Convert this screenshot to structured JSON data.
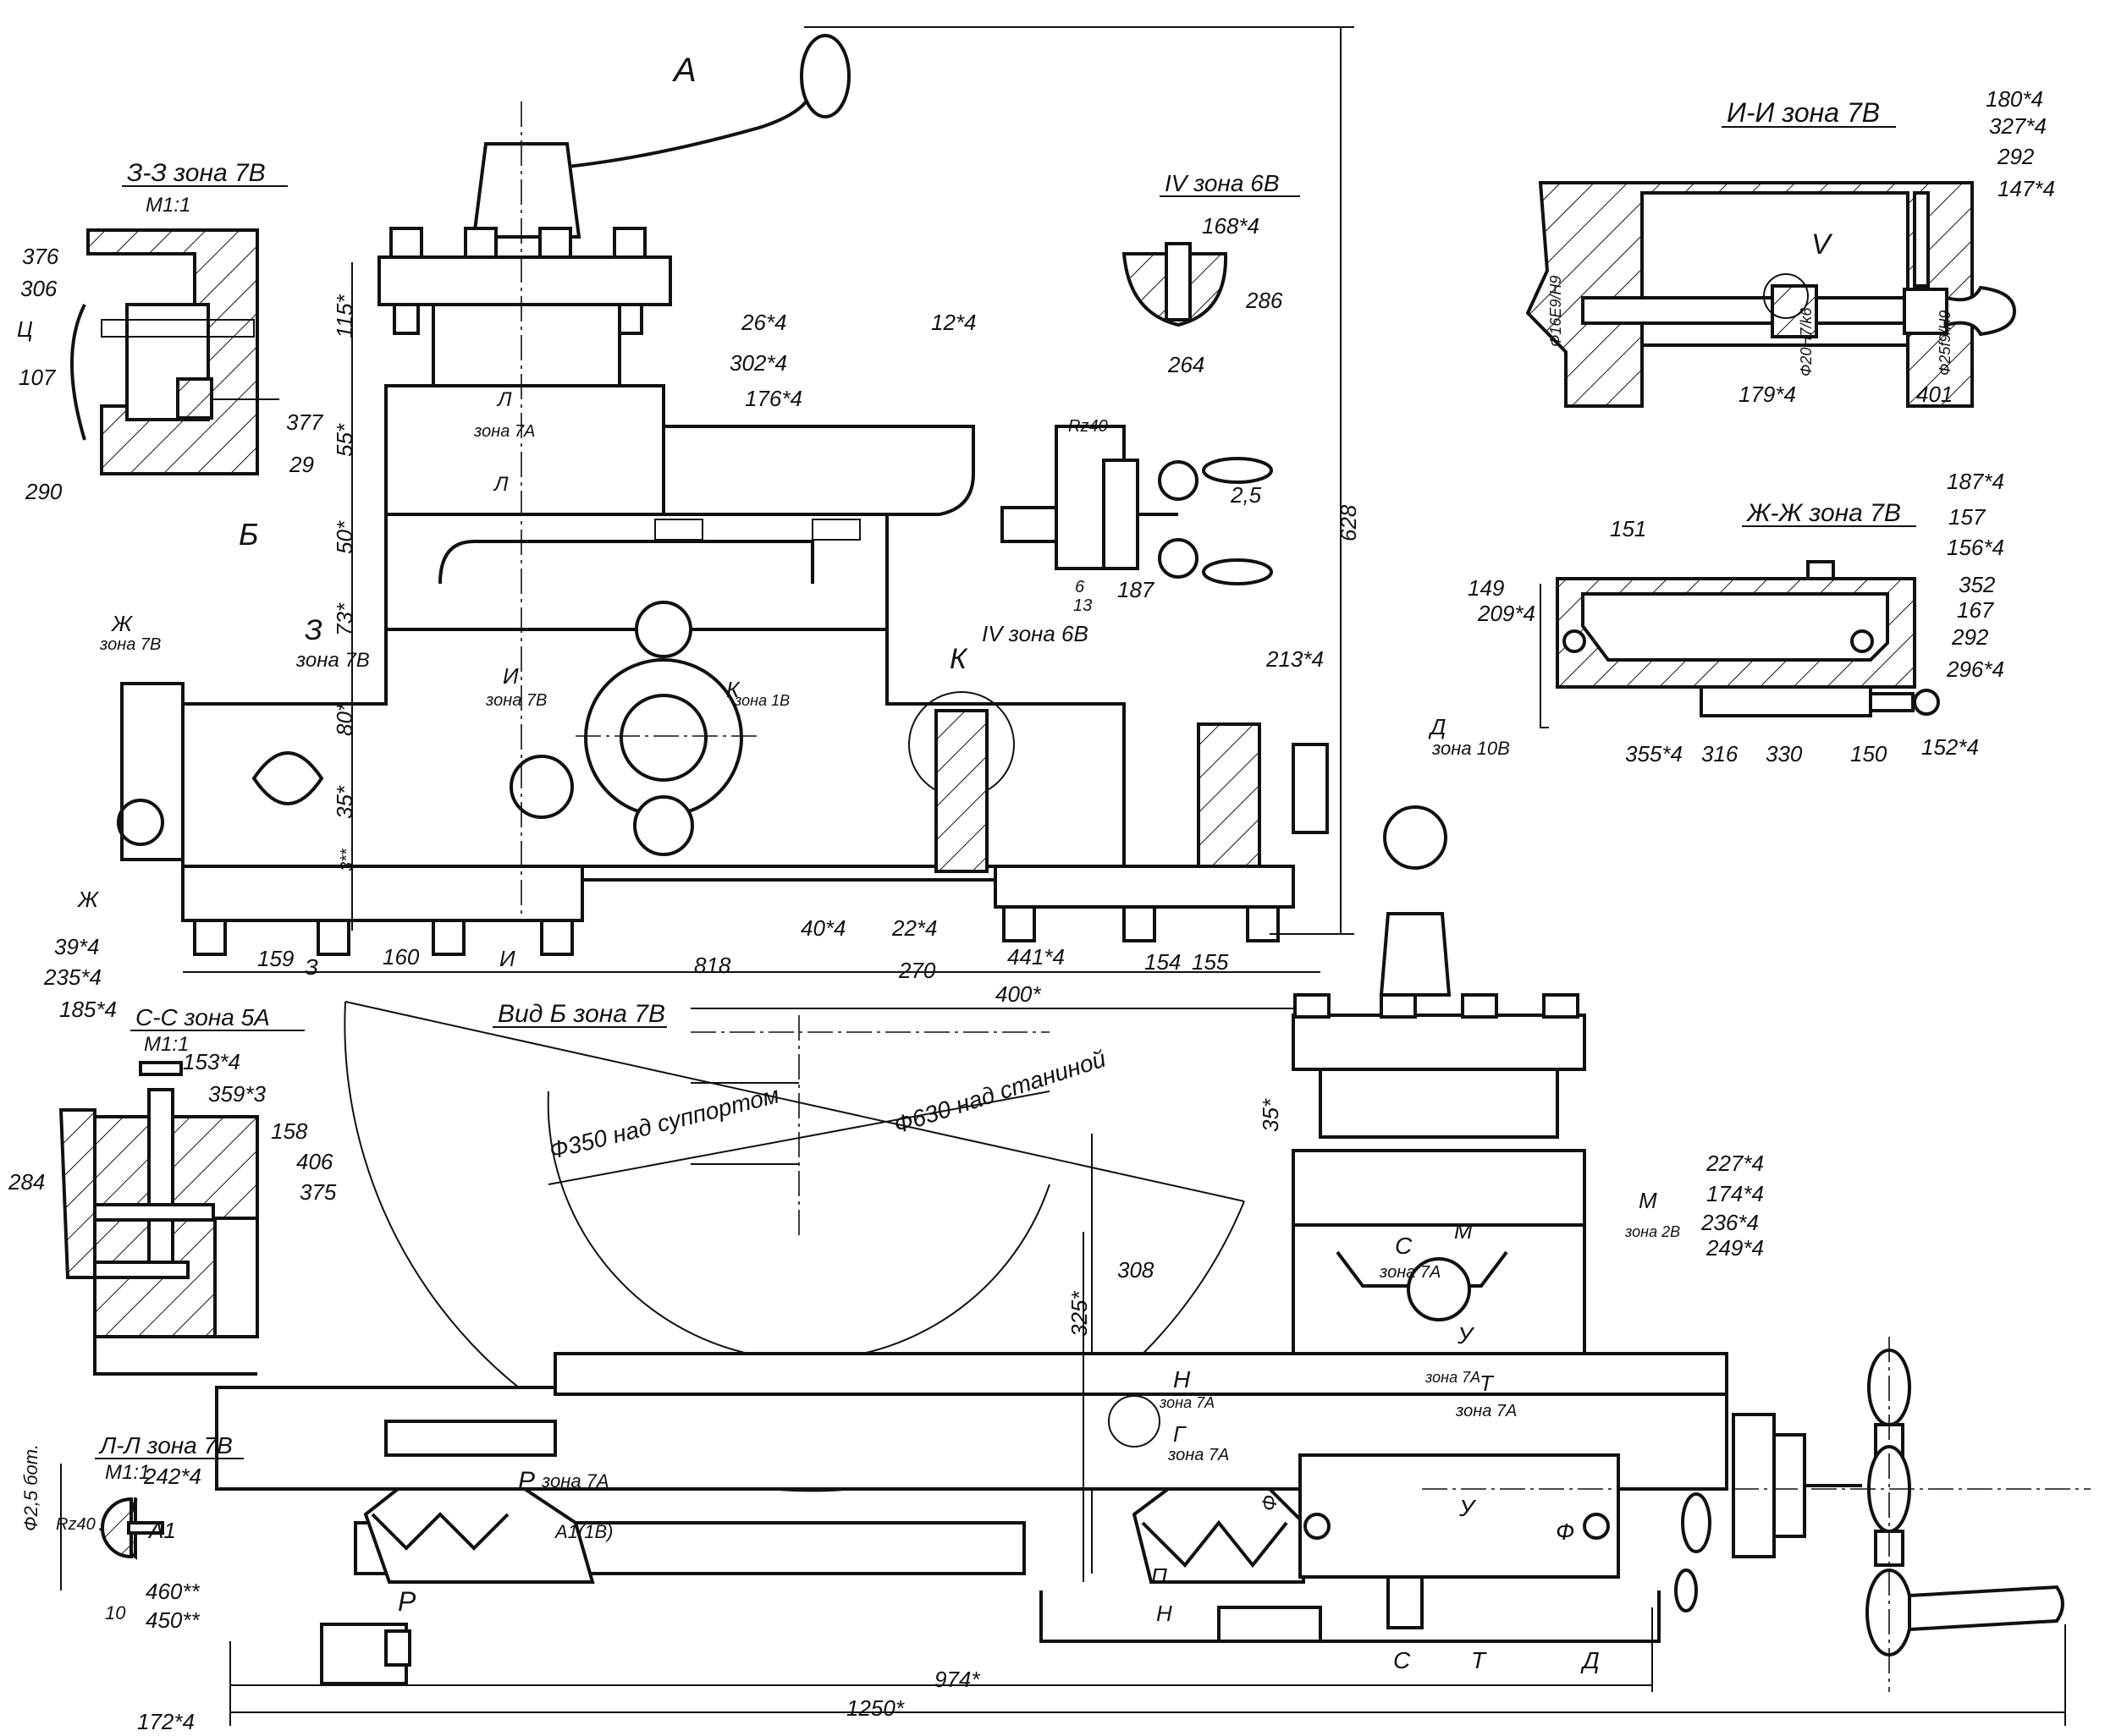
{
  "drawing": {
    "colors": {
      "ink": "#111111",
      "paper": "#ffffff"
    },
    "views": {
      "view_a_arrow": "А",
      "view_b_arrow": "Б",
      "section_zz": "З-З зона 7В",
      "section_zz_scale": "М1:1",
      "section_iv": "IV зона 6В",
      "section_ii": "И-И зона 7В",
      "section_zhzh": "Ж-Ж зона 7В",
      "section_ss": "С-С зона 5А",
      "section_ss_scale": "М1:1",
      "view_b": "Вид Б зона 7В",
      "section_ll": "Л-Л зона 7В",
      "section_ll_scale": "М1:1"
    },
    "labels": {
      "p376": "376",
      "p306": "306",
      "pC": "Ц",
      "p107": "107",
      "p377": "377",
      "p290": "290",
      "p29": "29",
      "d115": "115*",
      "d55": "55*",
      "d50": "50*",
      "d73": "73*",
      "d80": "80*",
      "d35a": "35*",
      "d3": "3**",
      "p26": "26*4",
      "p302": "302*4",
      "p176": "176*4",
      "p12": "12*4",
      "p264": "264",
      "rz40a": "Rz40",
      "d25": "2,5",
      "d6": "6",
      "d13": "13",
      "p187a": "187",
      "d628": "628",
      "p168": "168*4",
      "p286": "286",
      "iv_zone": "IV зона 6В",
      "k_mark": "К",
      "p213": "213*4",
      "p40": "40*4",
      "p22": "22*4",
      "p270": "270",
      "p441": "441*4",
      "p154": "154",
      "p155": "155",
      "d818": "818",
      "p159": "159",
      "z_mark": "З",
      "p160": "160",
      "i_mark": "И",
      "p39": "39*4",
      "p235": "235*4",
      "p185": "185*4",
      "zh_mark": "Ж",
      "zh_ref": "Ж",
      "zh_ref_zone": "зона 7В",
      "z_ref": "З",
      "z_ref_zone": "зона 7В",
      "i_ref": "И",
      "i_ref_zone": "зона 7В",
      "k_ref": "К",
      "k_ref_zone": "зона 1В",
      "l_ref": "Л",
      "l_ref_zone": "зона 7А",
      "l_mark": "Л",
      "p180": "180*4",
      "p327": "327*4",
      "p292a": "292",
      "p147": "147*4",
      "v_mark": "V",
      "p179": "179*4",
      "fit20": "Ф20H7/k6",
      "p401": "401",
      "fit16": "Ф16E9/H9",
      "fit25": "Ф25f9/H9",
      "p187b": "187*4",
      "p157": "157",
      "p156": "156*4",
      "p352": "352",
      "p167": "167",
      "p292b": "292",
      "p296": "296*4",
      "p149": "149",
      "p209": "209*4",
      "p151": "151",
      "p355": "355*4",
      "p316": "316",
      "p330": "330",
      "p150": "150",
      "p152": "152*4",
      "d_ref": "Д",
      "d_ref_zone": "зона 10В",
      "p153": "153*4",
      "p359": "359*3",
      "p158": "158",
      "p284": "284",
      "p406": "406",
      "p375": "375",
      "d400": "400*",
      "dia350": "Ф350 над суппортом",
      "dia630": "Ф630 над станиной",
      "d35b": "35*",
      "d325": "325*",
      "p308": "308",
      "p227": "227*4",
      "p174": "174*4",
      "p236": "236*4",
      "p249": "249*4",
      "m_mark": "М",
      "m_ref": "М",
      "m_ref_zone": "зона 2В",
      "c_ref": "С",
      "c_ref_zone": "зона 7А",
      "u_ref": "У",
      "t_ref_zone": "зона 7А",
      "t_ref": "Т",
      "t_ref2": "Т",
      "t_ref2_zone": "зона 7А",
      "h_ref": "Н",
      "h_ref_zone": "зона 7А",
      "g_ref": "Г",
      "g_ref_zone": "зона 7А",
      "r_ref": "Р",
      "r_ref_zone": "зона 7А",
      "a1": "А1",
      "a1_1b": "А1(1В)",
      "r_mark": "Р",
      "p242": "242*4",
      "dia25": "Ф2,5 бот.",
      "rz40b": "Rz40",
      "d10": "10",
      "p460": "460**",
      "p450": "450**",
      "p172": "172*4",
      "d974": "974*",
      "d1250": "1250*",
      "f_mark1": "Ф",
      "u_mark": "У",
      "f_mark2": "Ф",
      "p_mark": "П",
      "n_mark": "Н",
      "c_mark": "С",
      "t_mark": "Т",
      "dd_mark": "Д"
    }
  }
}
